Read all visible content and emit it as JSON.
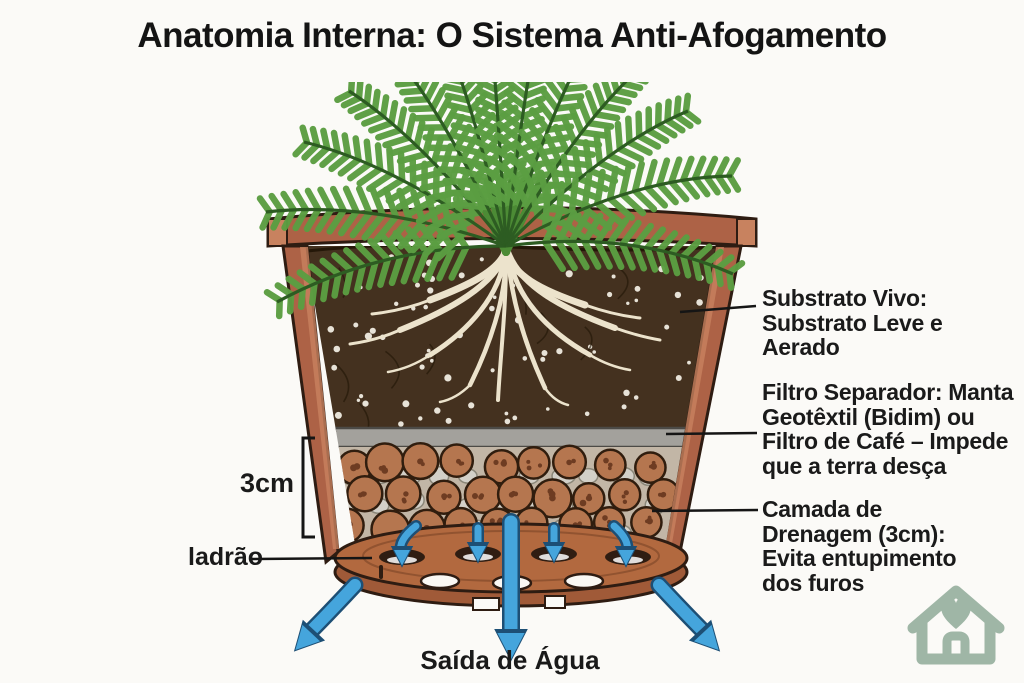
{
  "title": "Anatomia Interna: O Sistema Anti-Afogamento",
  "callouts": {
    "substrato": {
      "lines": [
        "Substrato Vivo:",
        "Substrato Leve e Aerado"
      ]
    },
    "filtro": {
      "lines": [
        "Filtro Separador: Manta",
        "Geotêxtil (Bidim) ou",
        "Filtro de Café – Impede",
        "que a terra desça"
      ]
    },
    "camada": {
      "lines": [
        "Camada de",
        "Drenagem (3cm):",
        "Evita entupimento",
        "dos furos"
      ]
    }
  },
  "annotations": {
    "depth_measure": "3cm",
    "overflow_label": "ladrão",
    "water_outlet_label": "Saída de Água"
  },
  "icons": {
    "logo": "house-heart-icon"
  },
  "colors": {
    "background": "#fbfaf7",
    "terracotta": "#ad6246",
    "terracotta_dark": "#9e5838",
    "terracotta_light": "#c8825f",
    "outline": "#2e1c12",
    "soil": "#44311f",
    "speck": "#f0ece2",
    "filter_gray": "#a3a19c",
    "drain_bg": "#c2b6a6",
    "leca": "#b5764f",
    "leca_dot": "#6e3c22",
    "pebble": "#d3d0c8",
    "root": "#ece3cc",
    "fern_green": "#5b9e42",
    "fern_stem": "#4c8b35",
    "fern_dark": "#2d5c22",
    "arrow_blue": "#45a5dc",
    "arrow_outline": "#1d4f75",
    "logo_green": "#9fb6a6",
    "text": "#151515"
  }
}
